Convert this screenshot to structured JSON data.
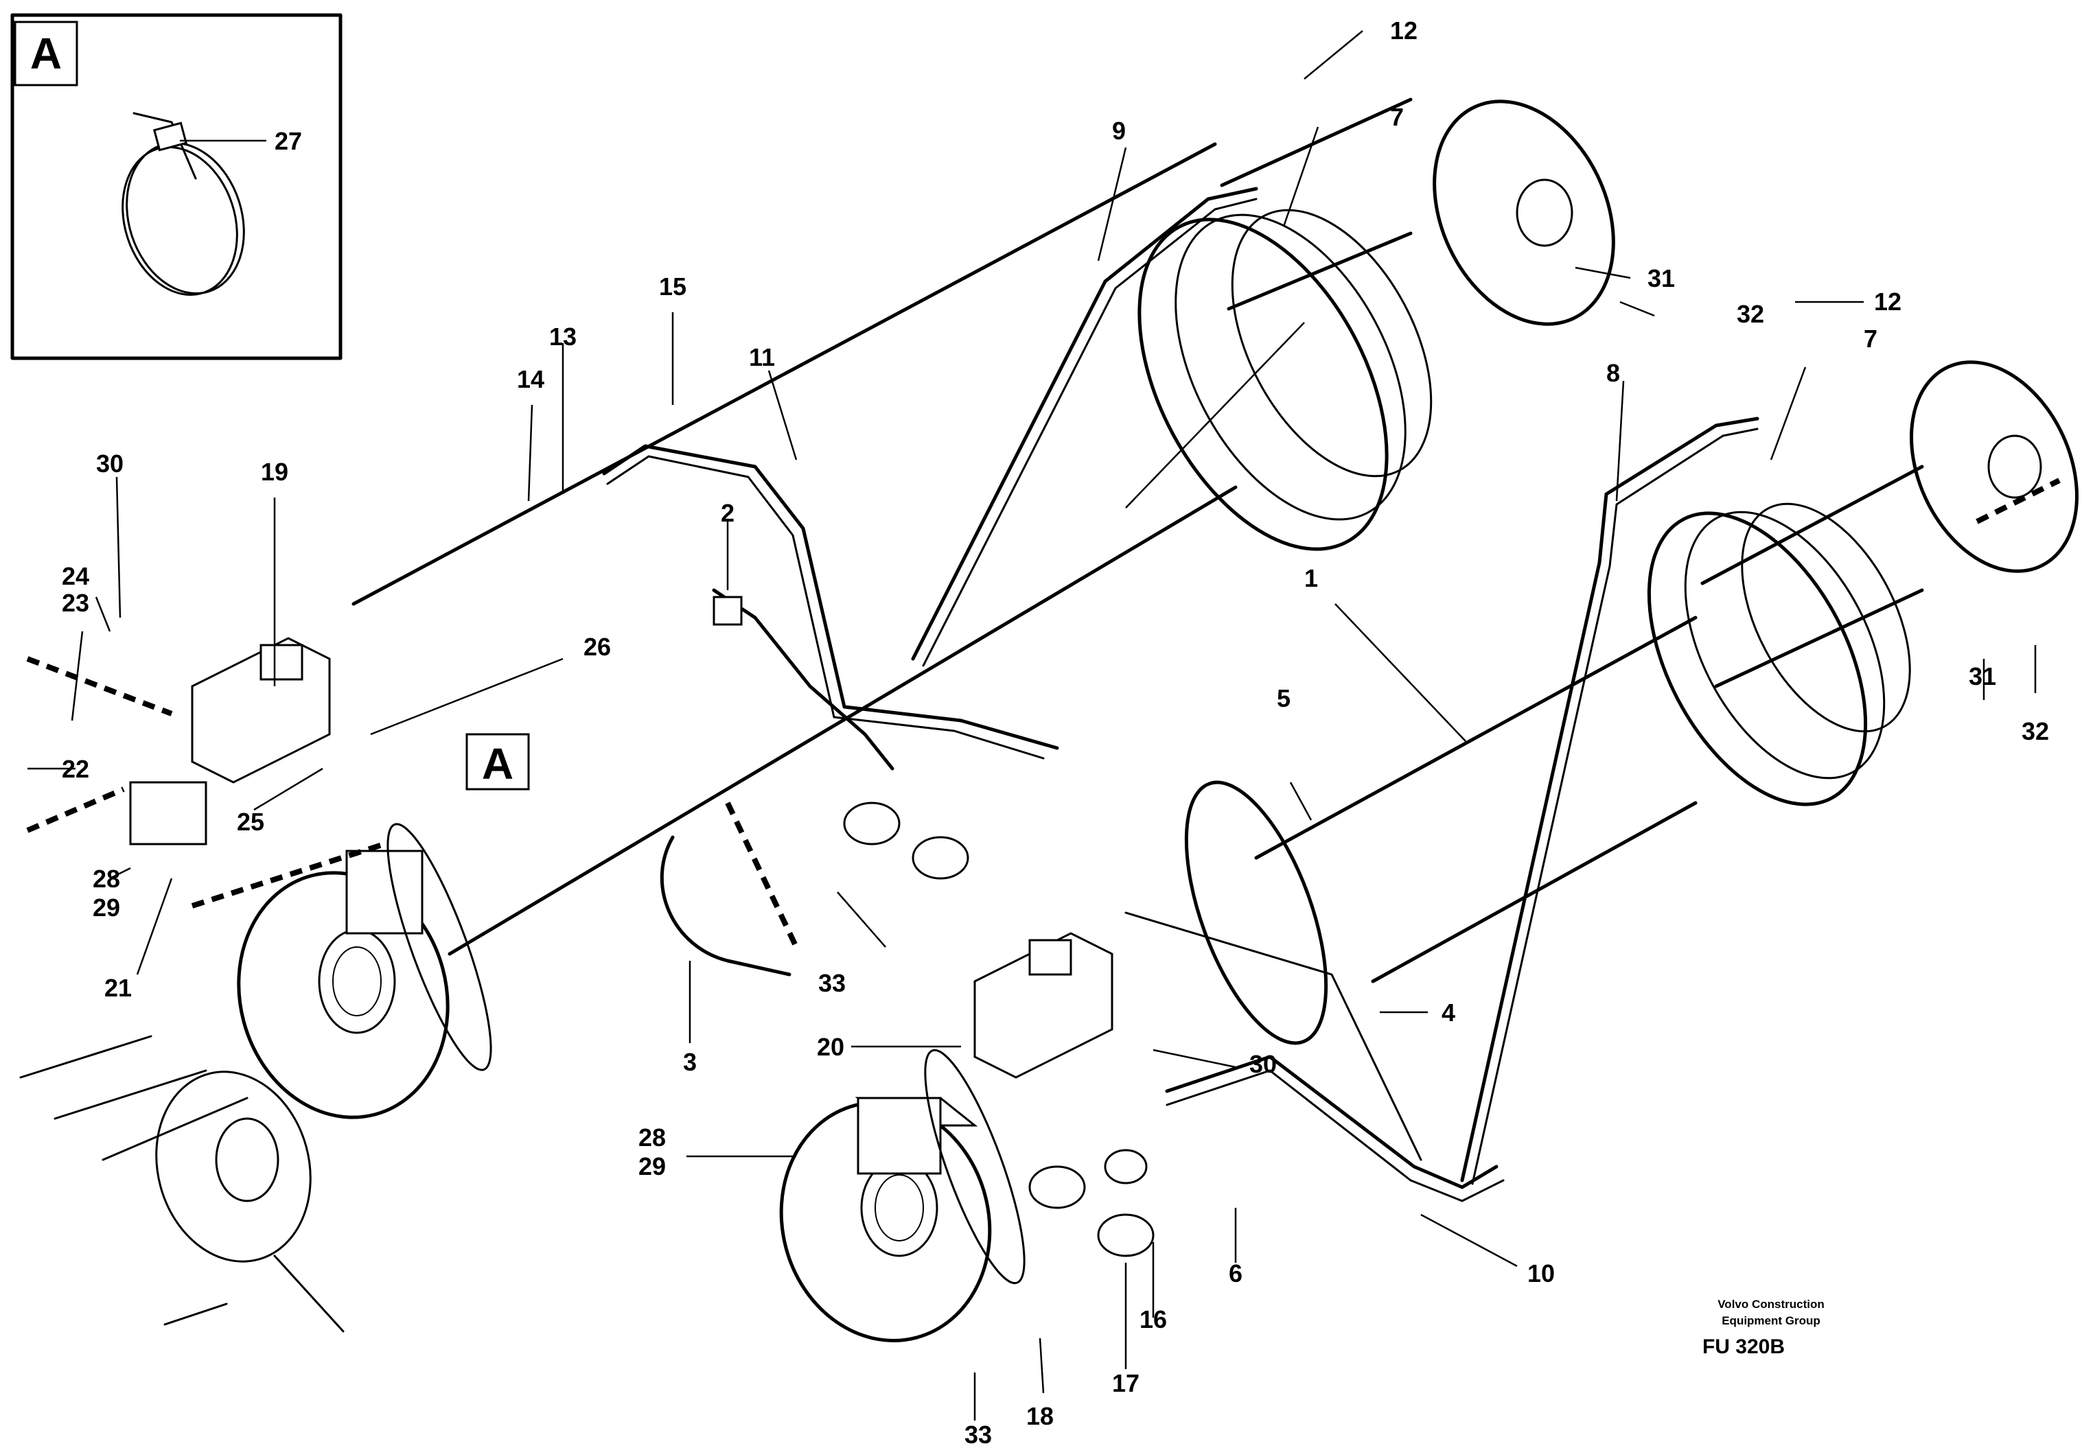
{
  "diagram": {
    "inset": {
      "letter": "A",
      "part": "27"
    },
    "detail_marker": "A",
    "callouts": [
      {
        "id": "c1",
        "text": "1"
      },
      {
        "id": "c2",
        "text": "2"
      },
      {
        "id": "c3",
        "text": "3"
      },
      {
        "id": "c4",
        "text": "4"
      },
      {
        "id": "c5",
        "text": "5"
      },
      {
        "id": "c6",
        "text": "6"
      },
      {
        "id": "c7a",
        "text": "7"
      },
      {
        "id": "c7b",
        "text": "7"
      },
      {
        "id": "c8",
        "text": "8"
      },
      {
        "id": "c9",
        "text": "9"
      },
      {
        "id": "c10",
        "text": "10"
      },
      {
        "id": "c11",
        "text": "11"
      },
      {
        "id": "c12a",
        "text": "12"
      },
      {
        "id": "c12b",
        "text": "12"
      },
      {
        "id": "c13",
        "text": "13"
      },
      {
        "id": "c14",
        "text": "14"
      },
      {
        "id": "c15",
        "text": "15"
      },
      {
        "id": "c16",
        "text": "16"
      },
      {
        "id": "c17",
        "text": "17"
      },
      {
        "id": "c18",
        "text": "18"
      },
      {
        "id": "c19",
        "text": "19"
      },
      {
        "id": "c20",
        "text": "20"
      },
      {
        "id": "c21",
        "text": "21"
      },
      {
        "id": "c22",
        "text": "22"
      },
      {
        "id": "c23",
        "text": "23"
      },
      {
        "id": "c24",
        "text": "24"
      },
      {
        "id": "c25",
        "text": "25"
      },
      {
        "id": "c26",
        "text": "26"
      },
      {
        "id": "c28a",
        "text": "28"
      },
      {
        "id": "c29a",
        "text": "29"
      },
      {
        "id": "c28b",
        "text": "28"
      },
      {
        "id": "c29b",
        "text": "29"
      },
      {
        "id": "c30a",
        "text": "30"
      },
      {
        "id": "c30b",
        "text": "30"
      },
      {
        "id": "c31a",
        "text": "31"
      },
      {
        "id": "c31b",
        "text": "31"
      },
      {
        "id": "c32a",
        "text": "32"
      },
      {
        "id": "c32b",
        "text": "32"
      },
      {
        "id": "c33a",
        "text": "33"
      },
      {
        "id": "c33b",
        "text": "33"
      }
    ],
    "credit_line1": "Volvo Construction",
    "credit_line2": "Equipment Group",
    "doc_number": "FU 320B"
  }
}
